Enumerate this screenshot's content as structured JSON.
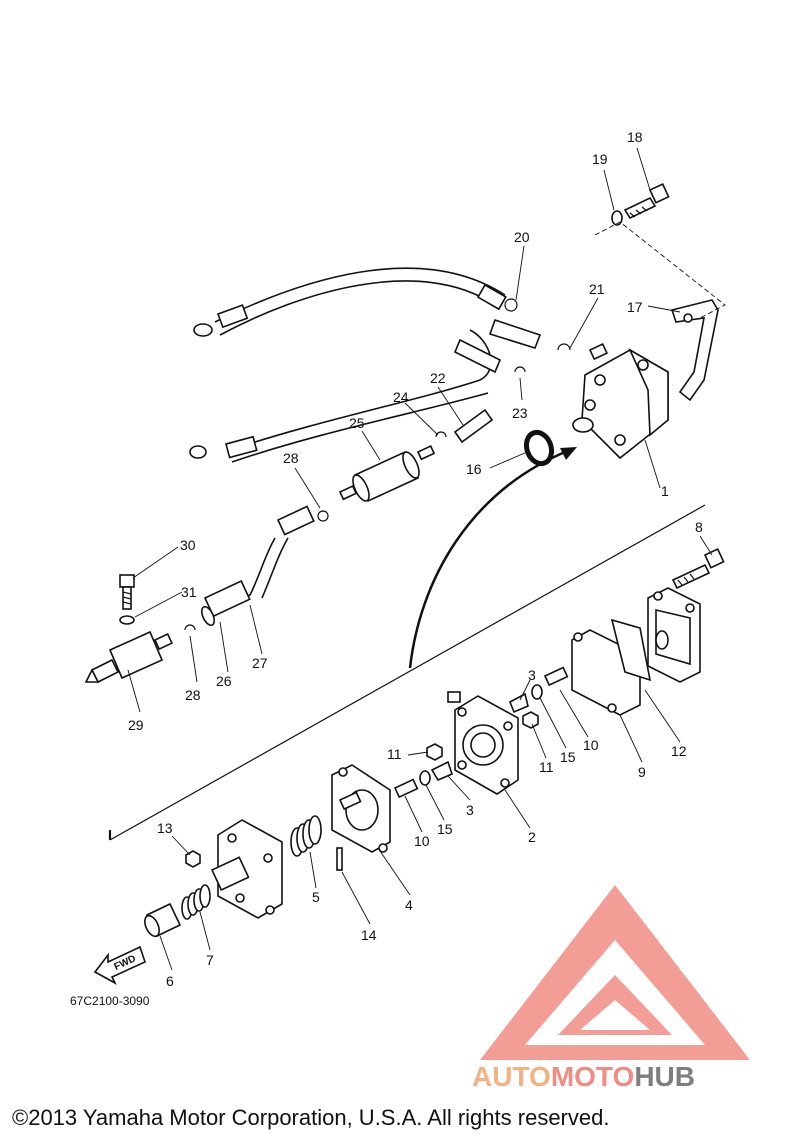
{
  "diagram": {
    "diagram_code": "67C2100-3090",
    "fwd_label": "FWD",
    "copyright": "©2013 Yamaha Motor Corporation, U.S.A. All rights reserved.",
    "watermark": {
      "brand_parts": [
        "AUTO",
        "MOTO",
        "HUB"
      ],
      "colors": {
        "triangle": "#f08c84",
        "auto": "#f4b183",
        "moto": "#f08c84",
        "hub": "#7f7f7f"
      }
    },
    "callouts": [
      "1",
      "2",
      "3",
      "3",
      "4",
      "5",
      "6",
      "7",
      "8",
      "9",
      "10",
      "10",
      "11",
      "11",
      "12",
      "13",
      "14",
      "15",
      "15",
      "16",
      "17",
      "18",
      "19",
      "20",
      "21",
      "22",
      "23",
      "24",
      "25",
      "26",
      "27",
      "28",
      "28",
      "29",
      "30",
      "31"
    ]
  }
}
